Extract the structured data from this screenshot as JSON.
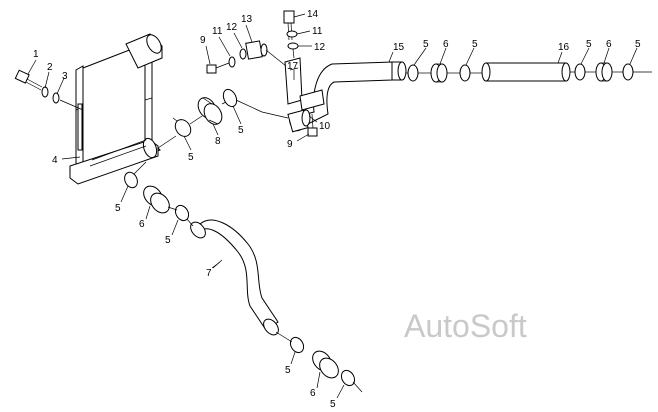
{
  "watermark": "AutoSoft",
  "callouts": {
    "c1": "1",
    "c2": "2",
    "c3": "3",
    "c4": "4",
    "c5a": "5",
    "c5b": "5",
    "c5c": "5",
    "c5d": "5",
    "c5e": "5",
    "c5f": "5",
    "c5g": "5",
    "c5h": "5",
    "c5i": "5",
    "c5j": "5",
    "c6a": "6",
    "c6b": "6",
    "c6c": "6",
    "c6d": "6",
    "c7": "7",
    "c8": "8",
    "c9a": "9",
    "c9b": "9",
    "c10": "10",
    "c11a": "11",
    "c11b": "11",
    "c12a": "12",
    "c12b": "12",
    "c13": "13",
    "c14": "14",
    "c15": "15",
    "c16": "16",
    "c17": "17"
  }
}
